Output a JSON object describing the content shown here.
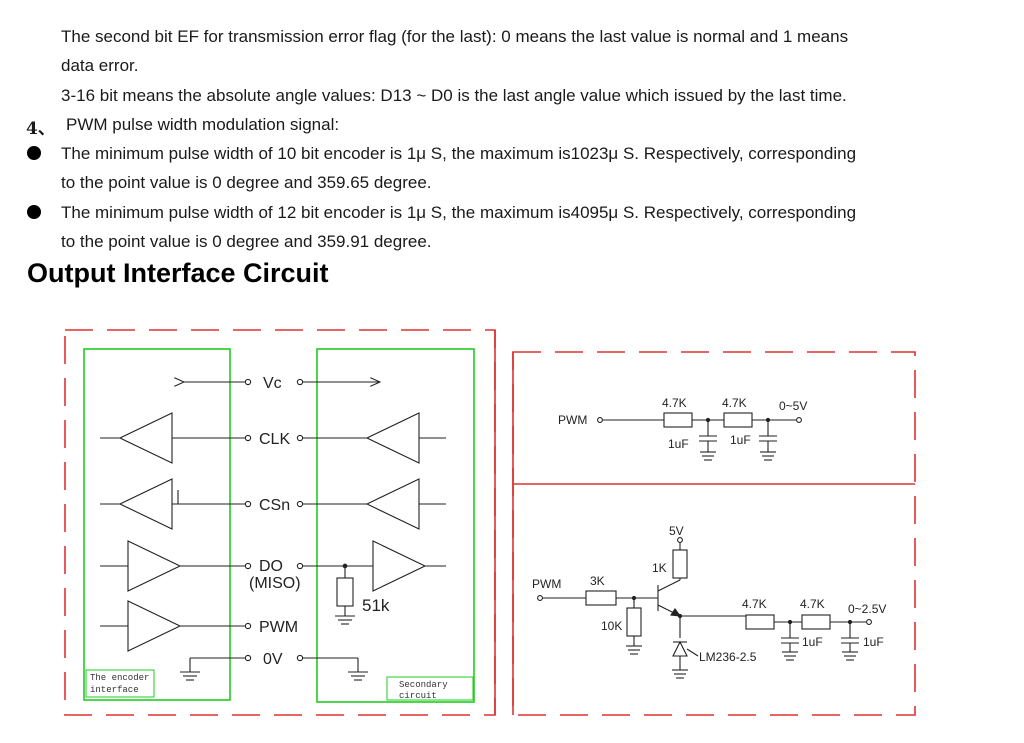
{
  "doc": {
    "p1_line1": "The second bit EF for transmission error flag (for the last): 0 means the last value is normal and 1 means",
    "p1_line2": "data error.",
    "p2": "3-16 bit means the absolute angle values: D13 ~ D0 is the last angle value which issued by the last time.",
    "item_number": "4、",
    "item_title": "PWM pulse width modulation signal:",
    "bullet1_line1": "The minimum pulse width of 10 bit encoder is 1μ S, the maximum is1023μ S. Respectively, corresponding",
    "bullet1_line2": "to the point value is 0 degree and 359.65 degree.",
    "bullet2_line1": "The minimum pulse width of 12 bit encoder is 1μ S, the maximum is4095μ S. Respectively, corresponding",
    "bullet2_line2": "to the point value is 0 degree and 359.91 degree.",
    "heading": "Output Interface Circuit"
  },
  "diagram": {
    "pins": [
      "Vc",
      "CLK",
      "CSn",
      "DO",
      "(MISO)",
      "PWM",
      "0V"
    ],
    "pullup_resistor": "51k",
    "encoder_box_line1": "The encoder",
    "encoder_box_line2": "interface",
    "secondary_box_line1": "Secondary",
    "secondary_box_line2": "circuit",
    "filter1": {
      "input": "PWM",
      "r1": "4.7K",
      "r2": "4.7K",
      "c1": "1uF",
      "c2": "1uF",
      "output": "0~5V"
    },
    "filter2": {
      "input": "PWM",
      "supply": "5V",
      "r_collector": "1K",
      "r_base": "3K",
      "r_pulldown": "10K",
      "reference": "LM236-2.5",
      "r1": "4.7K",
      "r2": "4.7K",
      "c1": "1uF",
      "c2": "1uF",
      "output": "0~2.5V"
    }
  }
}
